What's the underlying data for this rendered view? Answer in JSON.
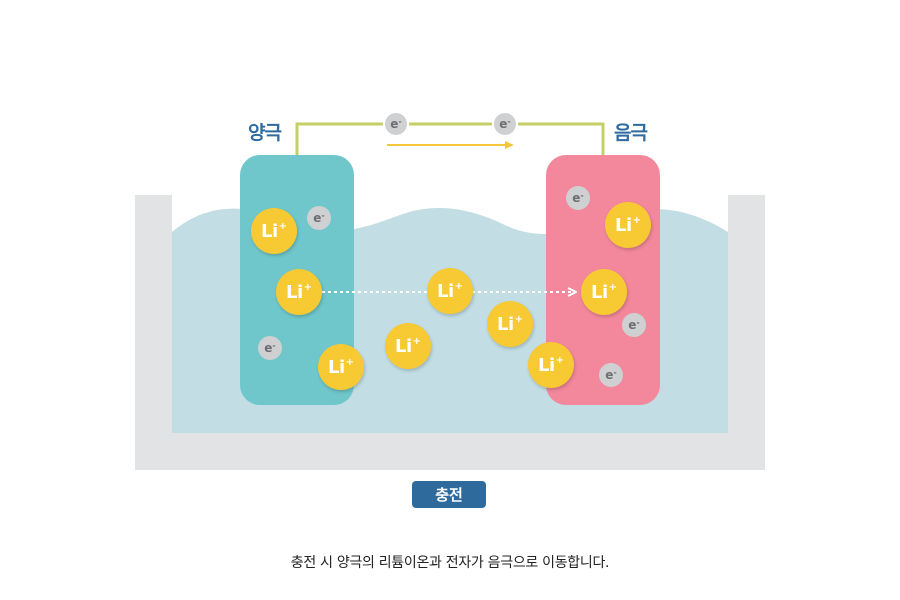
{
  "labels": {
    "anode": "양극",
    "cathode": "음극",
    "process": "충전",
    "caption": "충전 시 양극의 리튬이온과 전자가 음극으로 이동합니다."
  },
  "ion": {
    "symbol": "Li",
    "charge": "+"
  },
  "electron": {
    "symbol": "e",
    "charge": "-"
  },
  "colors": {
    "container": "#e2e3e5",
    "electrolyte": "#c2dde4",
    "anode": "#6fc7cb",
    "cathode": "#f3889c",
    "wire": "#c3d064",
    "arrow": "#f4c63a",
    "ion": "#f7c933",
    "electron": "#cfd0d2",
    "label": "#2f6aa0",
    "badge": "#2e6a9c"
  }
}
